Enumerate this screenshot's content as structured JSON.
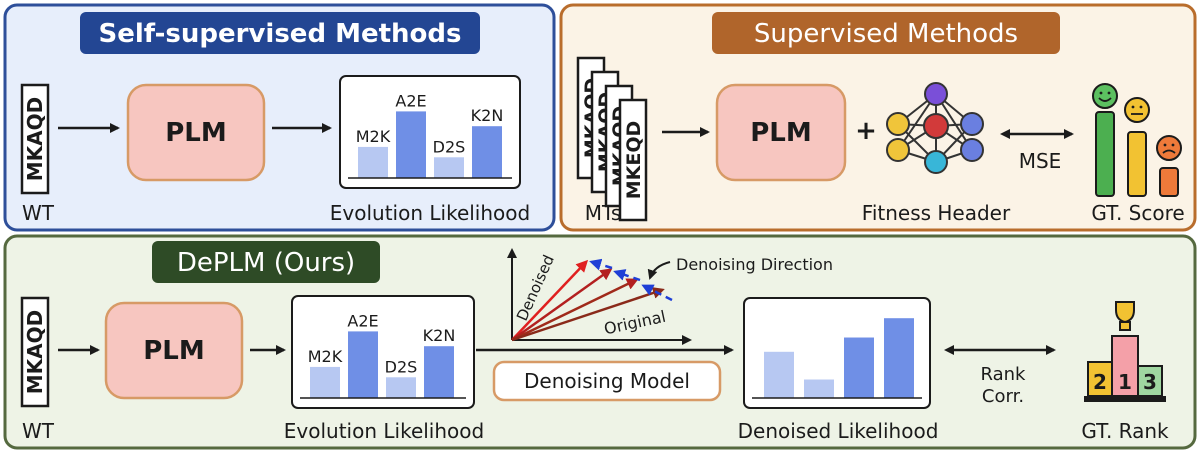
{
  "colors": {
    "panel_blue_bg": "#e7eefb",
    "panel_blue_border": "#2e4f9a",
    "panel_blue_header": "#234693",
    "panel_orange_bg": "#fbf3e6",
    "panel_orange_border": "#b96d2c",
    "panel_orange_header": "#b0652b",
    "panel_green_bg": "#eef3e6",
    "panel_green_border": "#55693f",
    "panel_green_header": "#2e4b26",
    "plm_fill": "#f7c6c0",
    "plm_border": "#d79a66",
    "bar_light": "#b7c8f2",
    "bar_dark": "#6f8fe6"
  },
  "self_supervised": {
    "title": "Self-supervised Methods",
    "sequence": "MKAQD",
    "sequence_caption": "WT",
    "model": "PLM",
    "chart_caption": "Evolution Likelihood",
    "bars": [
      {
        "label": "M2K",
        "level": 0.42,
        "shade": "light"
      },
      {
        "label": "A2E",
        "level": 0.9,
        "shade": "dark"
      },
      {
        "label": "D2S",
        "level": 0.28,
        "shade": "light"
      },
      {
        "label": "K2N",
        "level": 0.7,
        "shade": "dark"
      }
    ]
  },
  "supervised": {
    "title": "Supervised Methods",
    "sequences": [
      "MKAQD",
      "MKAQD",
      "MKAQD",
      "MKEQD"
    ],
    "sequences_caption": "MTs",
    "model": "PLM",
    "plus": "+",
    "header_caption": "Fitness Header",
    "loss": "MSE",
    "score_caption": "GT. Score"
  },
  "deplm": {
    "title": "DePLM (Ours)",
    "sequence": "MKAQD",
    "sequence_caption": "WT",
    "model": "PLM",
    "chart_caption": "Evolution Likelihood",
    "bars": [
      {
        "label": "M2K",
        "level": 0.42,
        "shade": "light"
      },
      {
        "label": "A2E",
        "level": 0.9,
        "shade": "dark"
      },
      {
        "label": "D2S",
        "level": 0.28,
        "shade": "light"
      },
      {
        "label": "K2N",
        "level": 0.7,
        "shade": "dark"
      }
    ],
    "vector_label_denoised": "Denoised",
    "vector_label_original": "Original",
    "direction_label": "Denoising Direction",
    "denoise_model": "Denoising Model",
    "denoised_caption": "Denoised Likelihood",
    "denoised_bars": [
      {
        "level": 0.55,
        "shade": "light"
      },
      {
        "level": 0.22,
        "shade": "light"
      },
      {
        "level": 0.72,
        "shade": "dark"
      },
      {
        "level": 0.95,
        "shade": "dark"
      }
    ],
    "corr_line1": "Rank",
    "corr_line2": "Corr.",
    "rank_caption": "GT. Rank",
    "podium": [
      "2",
      "1",
      "3"
    ]
  }
}
